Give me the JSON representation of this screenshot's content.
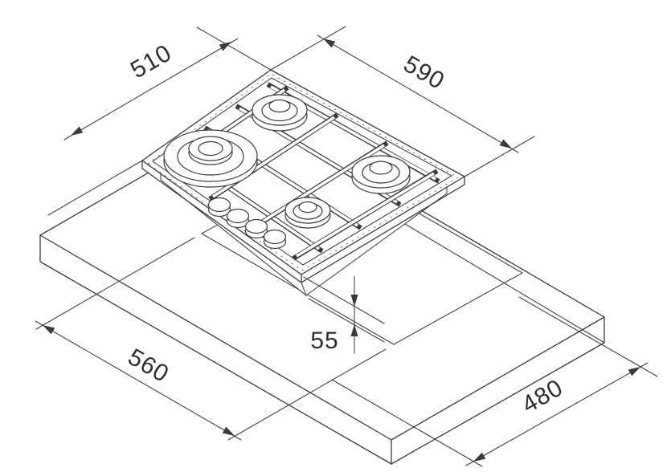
{
  "diagram": {
    "title": "gas-hob-installation-dimensions",
    "labels": {
      "hob_depth": "510",
      "hob_width": "590",
      "insert_depth": "55",
      "cutout_width": "560",
      "cutout_depth": "480"
    },
    "colors": {
      "line": "#3b3b3b",
      "background": "#ffffff"
    }
  }
}
